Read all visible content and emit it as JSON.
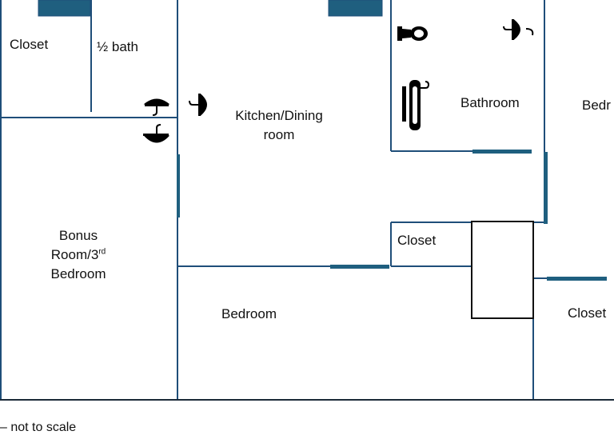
{
  "colors": {
    "wall": "#1f4e79",
    "door": "#1f5f7f",
    "fixture": "#000000"
  },
  "labels": {
    "closet_topleft": "Closet",
    "half_bath": "½ bath",
    "kitchen_line1": "Kitchen/Dining",
    "kitchen_line2": "room",
    "bathroom": "Bathroom",
    "bedroom_right_partial": "Bedr",
    "bonus_line1": "Bonus",
    "bonus_line2_main": "Room/3",
    "bonus_line2_sup": "rd",
    "bonus_line3": "Bedroom",
    "closet_center": "Closet",
    "bedroom_center": "Bedroom",
    "closet_right": "Closet"
  },
  "footnote": "– not to scale",
  "icons": [
    "sink-icon",
    "toilet-icon",
    "bathtub-icon"
  ]
}
